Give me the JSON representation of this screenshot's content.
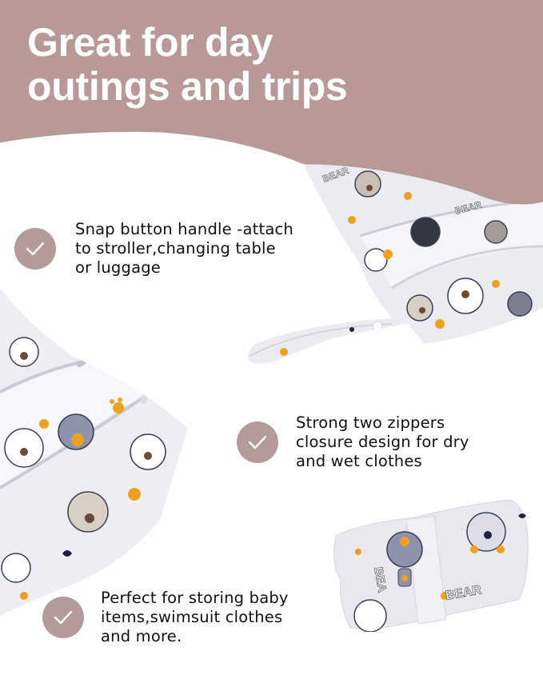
{
  "banner": {
    "title_lines": [
      "Great for day",
      "outings and trips"
    ],
    "background_color": "#b89998",
    "text_color": "#ffffff"
  },
  "features": [
    {
      "icon": "check-circle-icon",
      "lines": [
        "Snap button handle -attach",
        "to stroller,changing table",
        "or luggage"
      ]
    },
    {
      "icon": "check-circle-icon",
      "lines": [
        "Strong two zippers",
        "closure design for dry",
        "and wet clothes"
      ]
    },
    {
      "icon": "check-circle-icon",
      "lines": [
        "Perfect for storing baby",
        "items,swimsuit clothes",
        "and more."
      ]
    }
  ],
  "colors": {
    "accent": "#b49a98",
    "fabric": "#eeeef2",
    "print_orange": "#f0a020",
    "print_gray": "#7a7f99",
    "print_brown": "#8a7a6a"
  },
  "images": [
    {
      "name": "wet-bag-with-snap-handle",
      "print_text": "BEAR"
    },
    {
      "name": "wet-bag-open-zippers",
      "print_text": "BEAR"
    },
    {
      "name": "rolled-wet-bag",
      "print_text": "BEAR"
    }
  ]
}
